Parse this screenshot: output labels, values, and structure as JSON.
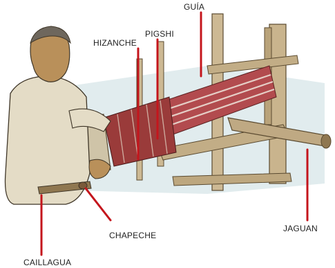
{
  "labels": {
    "guia": "GUÍA",
    "pigshi": "PIGSHI",
    "hizanche": "HIZANCHE",
    "chapeche": "CHAPECHE",
    "jaguan": "JAGUAN",
    "caillagua": "CAILLAGUA"
  },
  "colors": {
    "leader_line": "#c4151c",
    "wood": "#c9b48d",
    "wood_dark": "#8f7750",
    "woven_fabric": "#9a3b3a",
    "warp_threads": "#b24b4e",
    "sweater": "#e4dcc6",
    "skin": "#b9905a",
    "background_wash": "#a9c8cf"
  }
}
